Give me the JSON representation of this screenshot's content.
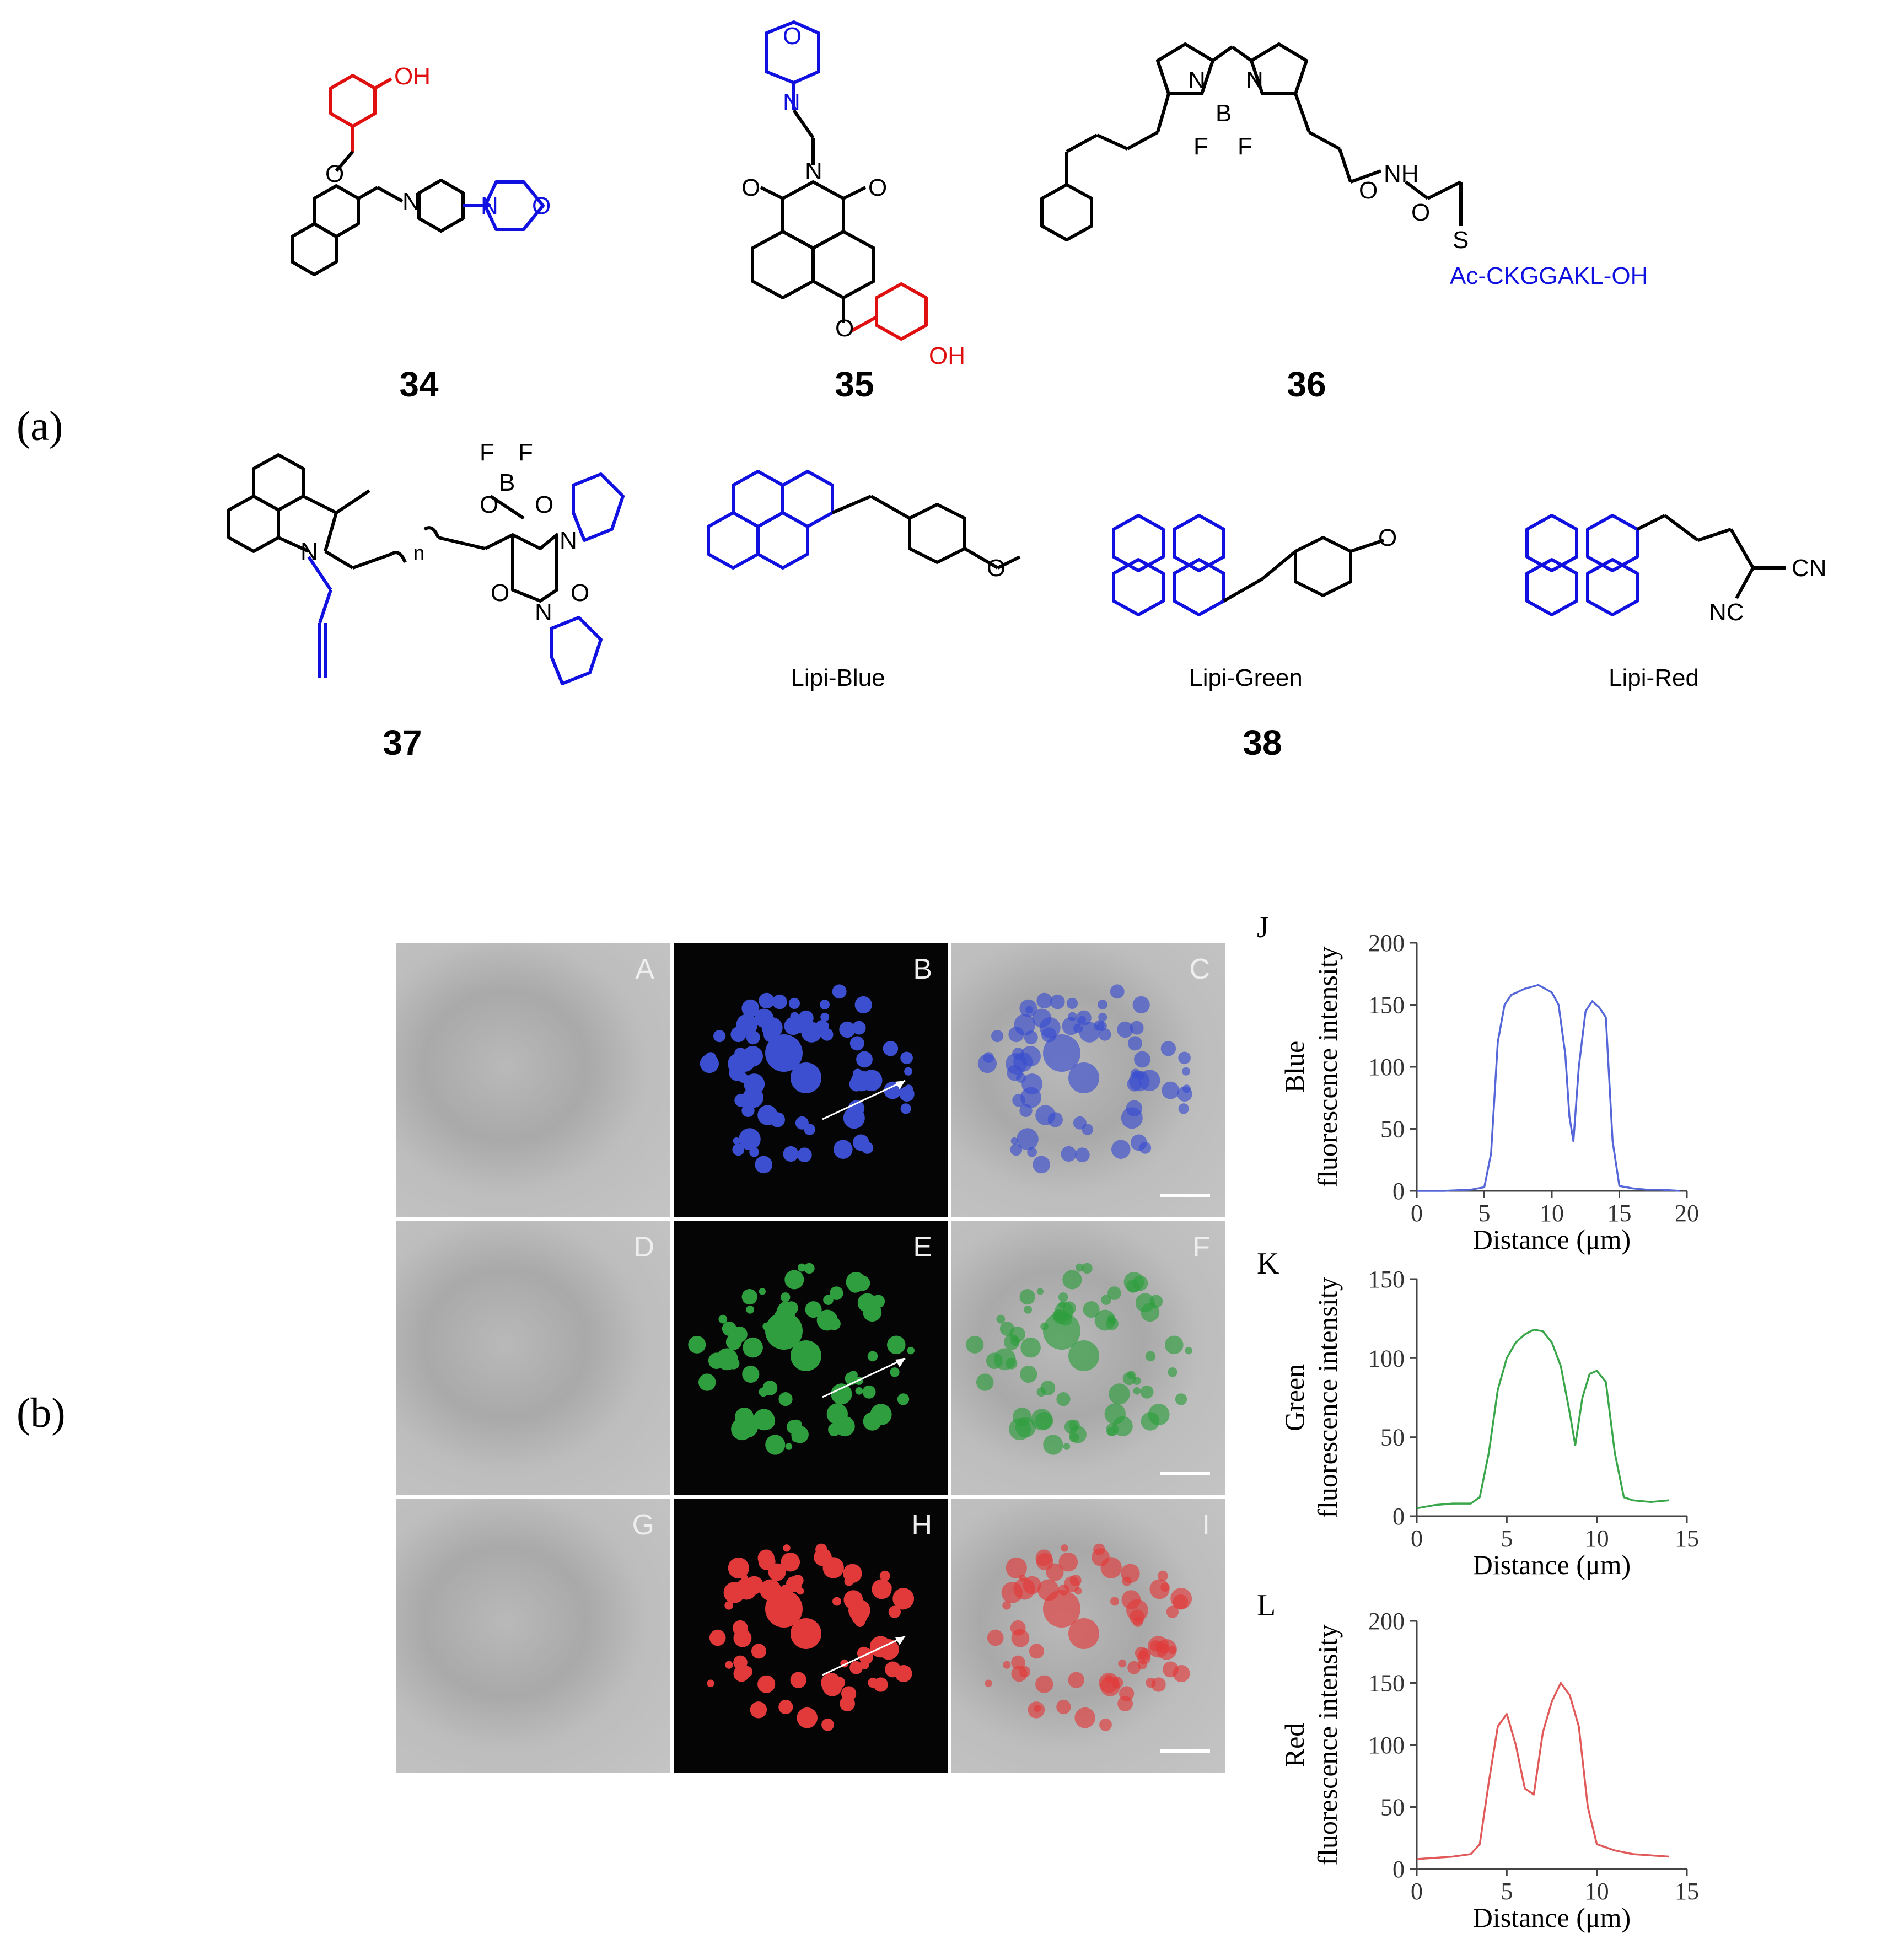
{
  "panel_labels": {
    "a": "(a)",
    "b": "(b)"
  },
  "compounds": [
    {
      "number": "34"
    },
    {
      "number": "35"
    },
    {
      "number": "36",
      "peptide": "Ac-CKGGAKL-OH"
    },
    {
      "number": "37",
      "index": "n"
    },
    {
      "number": "38"
    }
  ],
  "lipi_labels": [
    "Lipi-Blue",
    "Lipi-Green",
    "Lipi-Red"
  ],
  "atoms": {
    "oh": "OH",
    "o": "O",
    "n": "N",
    "b": "B",
    "f": "F",
    "nh": "NH",
    "s": "S",
    "cn": "CN",
    "nc": "NC"
  },
  "micrograph_labels": [
    "A",
    "B",
    "C",
    "D",
    "E",
    "F",
    "G",
    "H",
    "I"
  ],
  "colors": {
    "blue": "#3b4fd0",
    "green": "#2e9e3e",
    "red": "#e23a3a",
    "structure_blue": "#1010e0",
    "structure_red": "#e01010"
  },
  "chart_data": [
    {
      "panel": "J",
      "type": "line",
      "ylabel_line1": "Blue",
      "ylabel_line2": "fluorescence intensity",
      "xlabel": "Distance (μm)",
      "xlim": [
        0,
        20
      ],
      "ylim": [
        0,
        200
      ],
      "xticks": [
        0,
        5,
        10,
        15,
        20
      ],
      "yticks": [
        0,
        50,
        100,
        150,
        200
      ],
      "color": "#5566d8",
      "x": [
        0,
        2,
        4,
        5,
        5.5,
        6,
        6.5,
        7,
        8,
        9,
        10,
        10.5,
        11,
        11.3,
        11.6,
        12,
        12.5,
        13,
        13.5,
        14,
        14.5,
        15,
        16,
        17,
        18,
        19.5
      ],
      "y": [
        0,
        0,
        1,
        3,
        30,
        120,
        150,
        158,
        163,
        166,
        160,
        150,
        110,
        60,
        40,
        100,
        145,
        153,
        148,
        140,
        40,
        4,
        2,
        1,
        1,
        0
      ]
    },
    {
      "panel": "K",
      "type": "line",
      "ylabel_line1": "Green",
      "ylabel_line2": "fluorescence intensity",
      "xlabel": "Distance (μm)",
      "xlim": [
        0,
        15
      ],
      "ylim": [
        0,
        150
      ],
      "xticks": [
        0,
        5,
        10,
        15
      ],
      "yticks": [
        0,
        50,
        100,
        150
      ],
      "color": "#3aa64a",
      "x": [
        0,
        1,
        2,
        3,
        3.5,
        4,
        4.5,
        5,
        5.5,
        6,
        6.5,
        7,
        7.5,
        8,
        8.5,
        8.8,
        9.2,
        9.6,
        10,
        10.5,
        11,
        11.5,
        12,
        13,
        14
      ],
      "y": [
        5,
        7,
        8,
        8,
        12,
        40,
        80,
        100,
        110,
        115,
        118,
        117,
        110,
        95,
        65,
        45,
        75,
        90,
        92,
        85,
        40,
        12,
        10,
        9,
        10
      ]
    },
    {
      "panel": "L",
      "type": "line",
      "ylabel_line1": "Red",
      "ylabel_line2": "fluorescence intensity",
      "xlabel": "Distance (μm)",
      "xlim": [
        0,
        15
      ],
      "ylim": [
        0,
        200
      ],
      "xticks": [
        0,
        5,
        10,
        15
      ],
      "yticks": [
        0,
        50,
        100,
        150,
        200
      ],
      "color": "#e05a5a",
      "x": [
        0,
        1,
        2,
        3,
        3.5,
        4,
        4.5,
        5,
        5.5,
        6,
        6.5,
        7,
        7.5,
        8,
        8.5,
        9,
        9.5,
        10,
        11,
        12,
        13,
        14
      ],
      "y": [
        8,
        9,
        10,
        12,
        20,
        70,
        115,
        125,
        100,
        65,
        60,
        110,
        135,
        150,
        140,
        115,
        50,
        20,
        15,
        12,
        11,
        10
      ]
    }
  ]
}
